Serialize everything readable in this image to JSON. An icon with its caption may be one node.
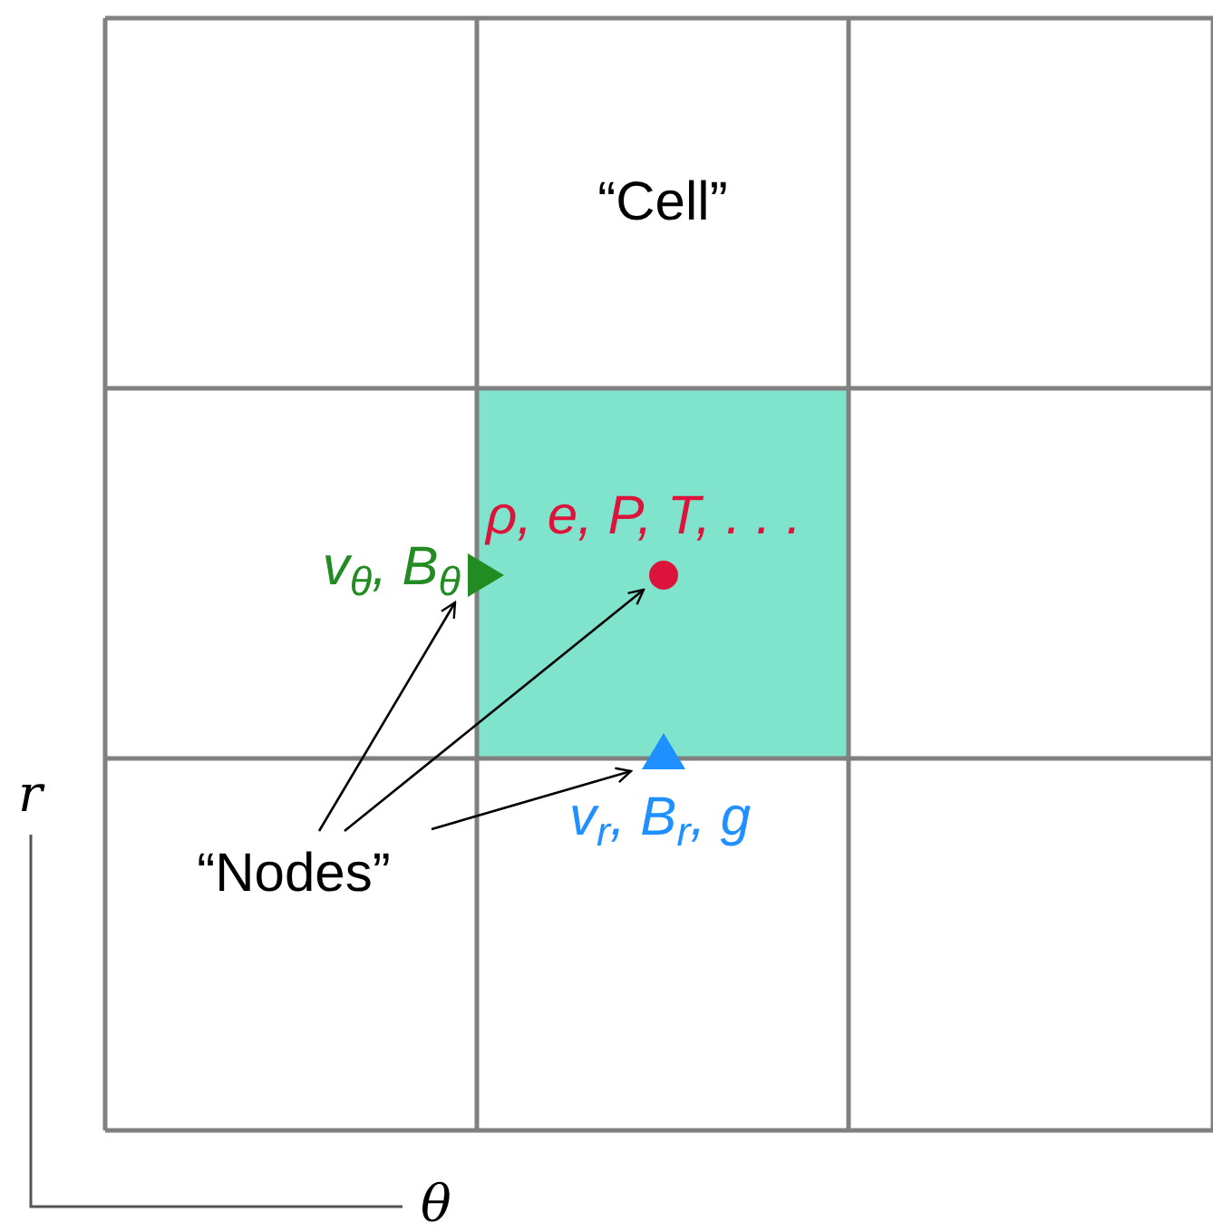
{
  "diagram": {
    "nodes": [
      {
        "text": [
          "“Nodes”"
        ]
      },
      {
        "text": [],
        "shape": "triangle",
        "beside": [
          "v$_{θ}$, B$_{θ}$"
        ]
      },
      {
        "text": [],
        "shape": "circle",
        "beside": [
          "ρ, e, P, T, . . ."
        ]
      },
      {
        "text": [],
        "shape": "triangle",
        "beside": [
          "v$_{r}$, B$_{r}$, g"
        ]
      },
      {
        "text": [
          "“Cell”"
        ]
      }
    ],
    "edges": [
      {
        "from": 0,
        "to": 1,
        "arrow": "to"
      },
      {
        "from": 0,
        "to": 2,
        "arrow": "to"
      },
      {
        "from": 0,
        "to": 3,
        "arrow": "to"
      }
    ],
    "labels": [
      "r",
      "θ"
    ]
  }
}
